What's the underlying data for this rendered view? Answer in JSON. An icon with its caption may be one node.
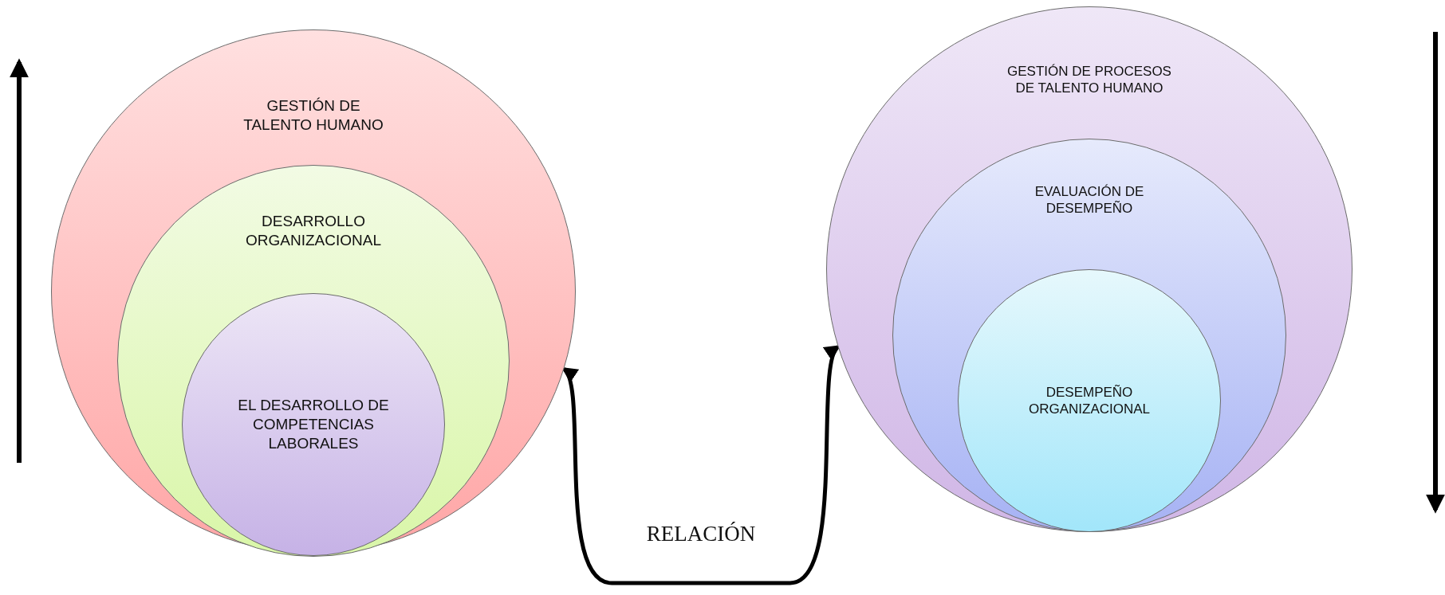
{
  "diagram": {
    "nodes": [
      {
        "text": [
          "GESTIÓN DE TALENTO HUMANO"
        ]
      },
      {
        "text": [
          "DESARROLLO ORGANIZACIONAL"
        ],
        "in": 0
      },
      {
        "text": [
          "EL DESARROLLO DE COMPETENCIAS LABORALES"
        ],
        "in": 1
      },
      {
        "text": [
          "GESTIÓN DE PROCESOS DE TALENTO HUMANO"
        ]
      },
      {
        "text": [
          "EVALUACIÓN DE DESEMPEÑO"
        ],
        "in": 3
      },
      {
        "text": [
          "DESEMPEÑO ORGANIZACIONAL"
        ],
        "in": 4
      }
    ],
    "edges": [
      {
        "from": 0,
        "to": 3,
        "arrow": "both",
        "label": "RELACIÓN"
      }
    ]
  }
}
